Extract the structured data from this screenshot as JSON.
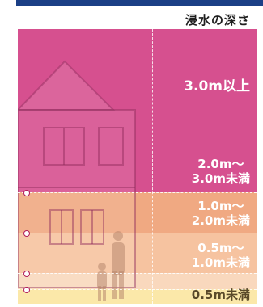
{
  "title": "浸水の深さ",
  "levels": [
    {
      "lines": [
        "3.0m以上"
      ],
      "color": "#d6508f"
    },
    {
      "lines": [
        "2.0m〜",
        "3.0m未満"
      ],
      "color": "#f0a982"
    },
    {
      "lines": [
        "1.0m〜",
        "2.0m未満"
      ],
      "color": "#f6c3a0"
    },
    {
      "lines": [
        "0.5m〜",
        "1.0m未満"
      ],
      "color": "#f9d8bd"
    },
    {
      "lines": [
        "0.5m未満"
      ],
      "color": "#fbe8a9"
    }
  ]
}
